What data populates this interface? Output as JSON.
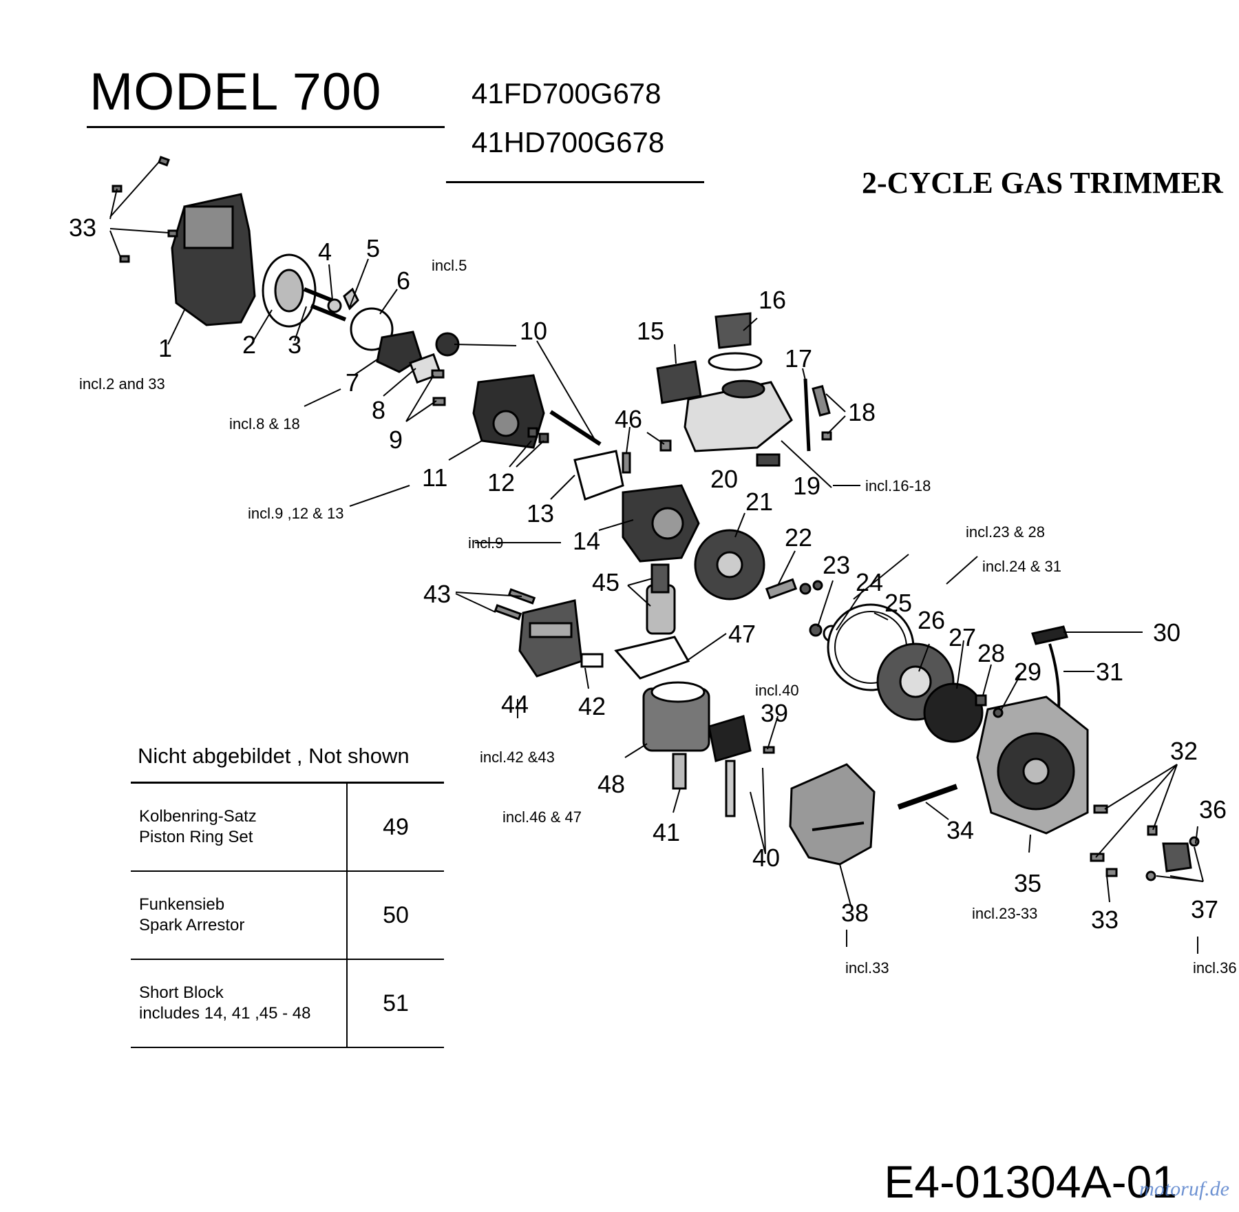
{
  "header": {
    "title": "MODEL 700",
    "model_numbers": [
      "41FD700G678",
      "41HD700G678"
    ],
    "subtitle": "2-CYCLE GAS TRIMMER"
  },
  "callouts": {
    "c1": "1",
    "c2": "2",
    "c3": "3",
    "c4": "4",
    "c5": "5",
    "c6": "6",
    "c7": "7",
    "c8": "8",
    "c9": "9",
    "c10": "10",
    "c11": "11",
    "c12": "12",
    "c13": "13",
    "c14": "14",
    "c15": "15",
    "c16": "16",
    "c17": "17",
    "c18": "18",
    "c19": "19",
    "c20": "20",
    "c21": "21",
    "c22": "22",
    "c23": "23",
    "c24": "24",
    "c25": "25",
    "c26": "26",
    "c27": "27",
    "c28": "28",
    "c29": "29",
    "c30": "30",
    "c31": "31",
    "c32": "32",
    "c33a": "33",
    "c33b": "33",
    "c34": "34",
    "c35": "35",
    "c36": "36",
    "c37": "37",
    "c38": "38",
    "c39": "39",
    "c40": "40",
    "c41": "41",
    "c42": "42",
    "c43": "43",
    "c44": "44",
    "c45": "45",
    "c46": "46",
    "c47": "47",
    "c48": "48"
  },
  "notes": {
    "n1": "incl.2 and 33",
    "n5": "incl.5",
    "n7": "incl.8 & 18",
    "n11": "incl.9 ,12 & 13",
    "n14": "incl.9",
    "n19": "incl.16-18",
    "n25": "incl.23 & 28",
    "n26": "incl.24 & 31",
    "n39": "incl.40",
    "n44": "incl.42 &43",
    "n48": "incl.46 & 47",
    "n35": "incl.23-33",
    "n38": "incl.33",
    "n37": "incl.36"
  },
  "not_shown": {
    "title": "Nicht abgebildet , Not shown",
    "rows": [
      {
        "desc_de": "Kolbenring-Satz",
        "desc_en": "Piston Ring Set",
        "num": "49"
      },
      {
        "desc_de": "Funkensieb",
        "desc_en": "Spark Arrestor",
        "num": "50"
      },
      {
        "desc_de": "Short Block",
        "desc_en": "includes 14, 41 ,45 - 48",
        "num": "51"
      }
    ]
  },
  "footer": {
    "doc_id": "E4-01304A-01",
    "watermark": "motoruf.de"
  }
}
